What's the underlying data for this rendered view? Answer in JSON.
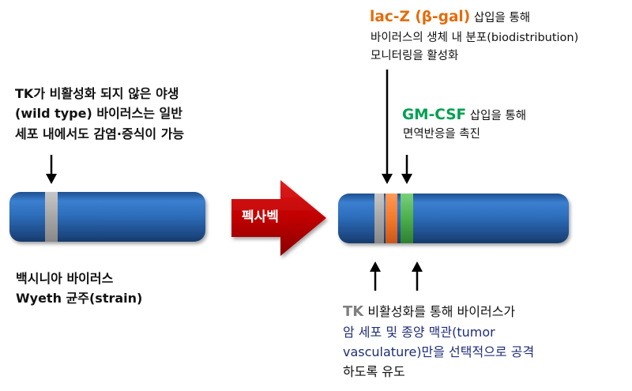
{
  "left_note": {
    "line1": "TK가 비활성화 되지 않은 야생",
    "line2": "(wild type) 바이러스는 일반",
    "line3": "세포 내에서도 감염·증식이 가능"
  },
  "left_virus": {
    "line1": "백시니아 바이러스",
    "line2": "Wyeth 균주(strain)"
  },
  "arrow": {
    "label": "펙사벡",
    "color": "#c40000"
  },
  "lacz_note": {
    "gene": "lac-Z (β-gal)",
    "gene_rest": " 삽입을 통해",
    "line2": "바이러스의 생체 내 분포(biodistribution)",
    "line3": "모니터링을 활성화",
    "color": "#e46c0a"
  },
  "gmcsf_note": {
    "gene": "GM-CSF",
    "gene_rest": " 삽입을 통해",
    "line2": "면역반응을 촉진",
    "color": "#00a050"
  },
  "tk_note": {
    "gene": "TK",
    "line1_rest": " 비활성화를 통해 바이러스가",
    "line2": "암 세포 및 종양 맥관(tumor",
    "line3": "vasculature)만을 선택적으로 공격",
    "line4": "하도록 유도",
    "gene_color": "#7f7f7f",
    "highlight_color": "#1f2d7a"
  },
  "colors": {
    "genome": "#2e6fbd",
    "tk_band": "#a6a6a6",
    "lacz_band": "#f47a2a",
    "gmcsf_band": "#4cae4c"
  }
}
